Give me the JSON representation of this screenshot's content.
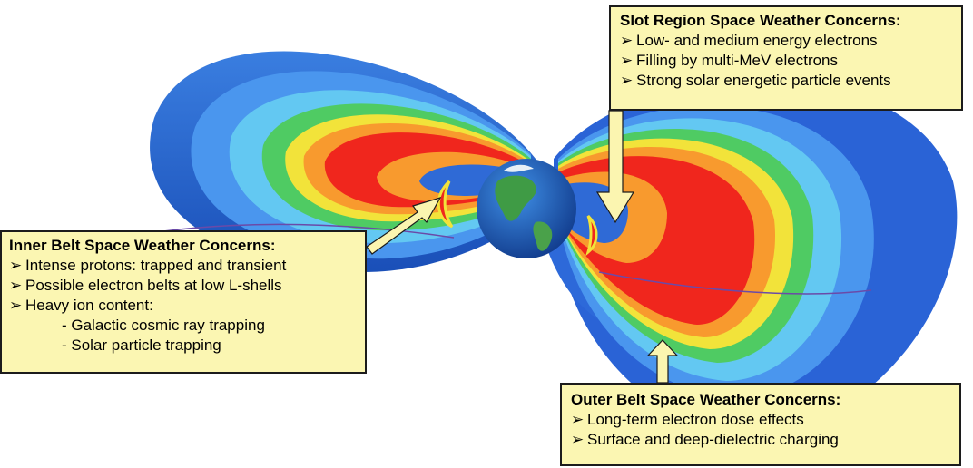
{
  "colors": {
    "outer_shell": "#2a63d6",
    "mid_shell": "#4a96ee",
    "light_shell": "#63c8f2",
    "green_band": "#4fcb63",
    "yellow_band": "#f2e33a",
    "orange_band": "#f89a2e",
    "red_core": "#f0261d",
    "callout_fill": "#fbf6b2",
    "arrow_fill": "#fbf5b0"
  },
  "slot_region": {
    "title": "Slot Region Space Weather Concerns:",
    "items": [
      "Low- and medium energy electrons",
      "Filling by multi-MeV electrons",
      "Strong solar energetic particle events"
    ]
  },
  "inner_belt": {
    "title": "Inner Belt Space Weather Concerns:",
    "items": [
      "Intense protons: trapped and transient",
      "Possible electron belts at low L-shells",
      "Heavy ion content:"
    ],
    "subitems": [
      "- Galactic cosmic ray trapping",
      "- Solar particle trapping"
    ]
  },
  "outer_belt": {
    "title": "Outer Belt Space Weather Concerns:",
    "items": [
      "Long-term electron dose effects",
      "Surface and deep-dielectric charging"
    ]
  },
  "bullet_glyph": "➢"
}
